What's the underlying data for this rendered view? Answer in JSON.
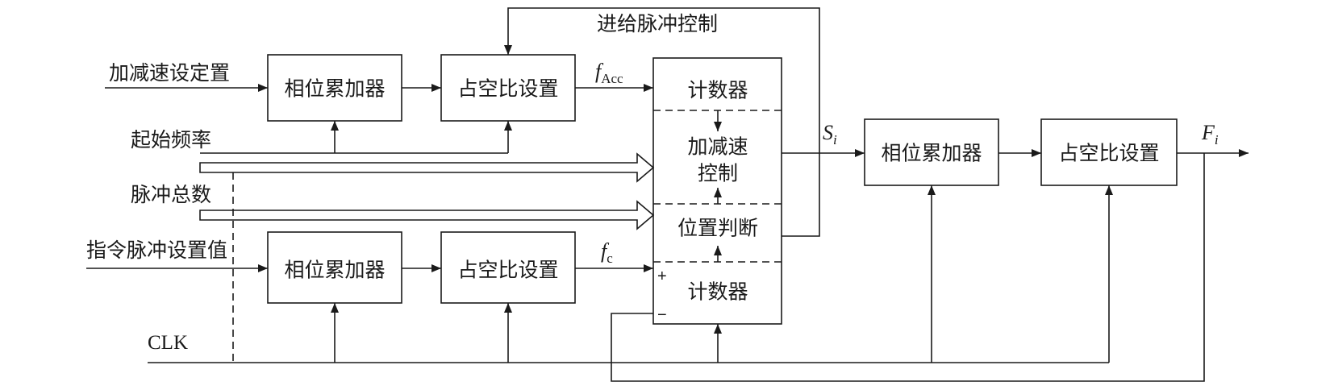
{
  "inputs": {
    "accel_setting": "加减速设定置",
    "start_frequency": "起始频率",
    "total_pulses": "脉冲总数",
    "command_pulse_setting": "指令脉冲设置值",
    "clk": "CLK"
  },
  "blocks": {
    "phase_accumulator": "相位累加器",
    "duty_cycle_setting": "占空比设置",
    "counter": "计数器",
    "accel_control_line1": "加减速",
    "accel_control_line2": "控制",
    "position_judgment": "位置判断"
  },
  "signals": {
    "feed_pulse_control": "进给脉冲控制",
    "f_acc_main": "f",
    "f_acc_sub": "Acc",
    "f_c_main": "f",
    "f_c_sub": "c",
    "s_i_main": "S",
    "s_i_sub": "i",
    "f_i_main": "F",
    "f_i_sub": "i",
    "plus": "+",
    "minus": "−"
  }
}
